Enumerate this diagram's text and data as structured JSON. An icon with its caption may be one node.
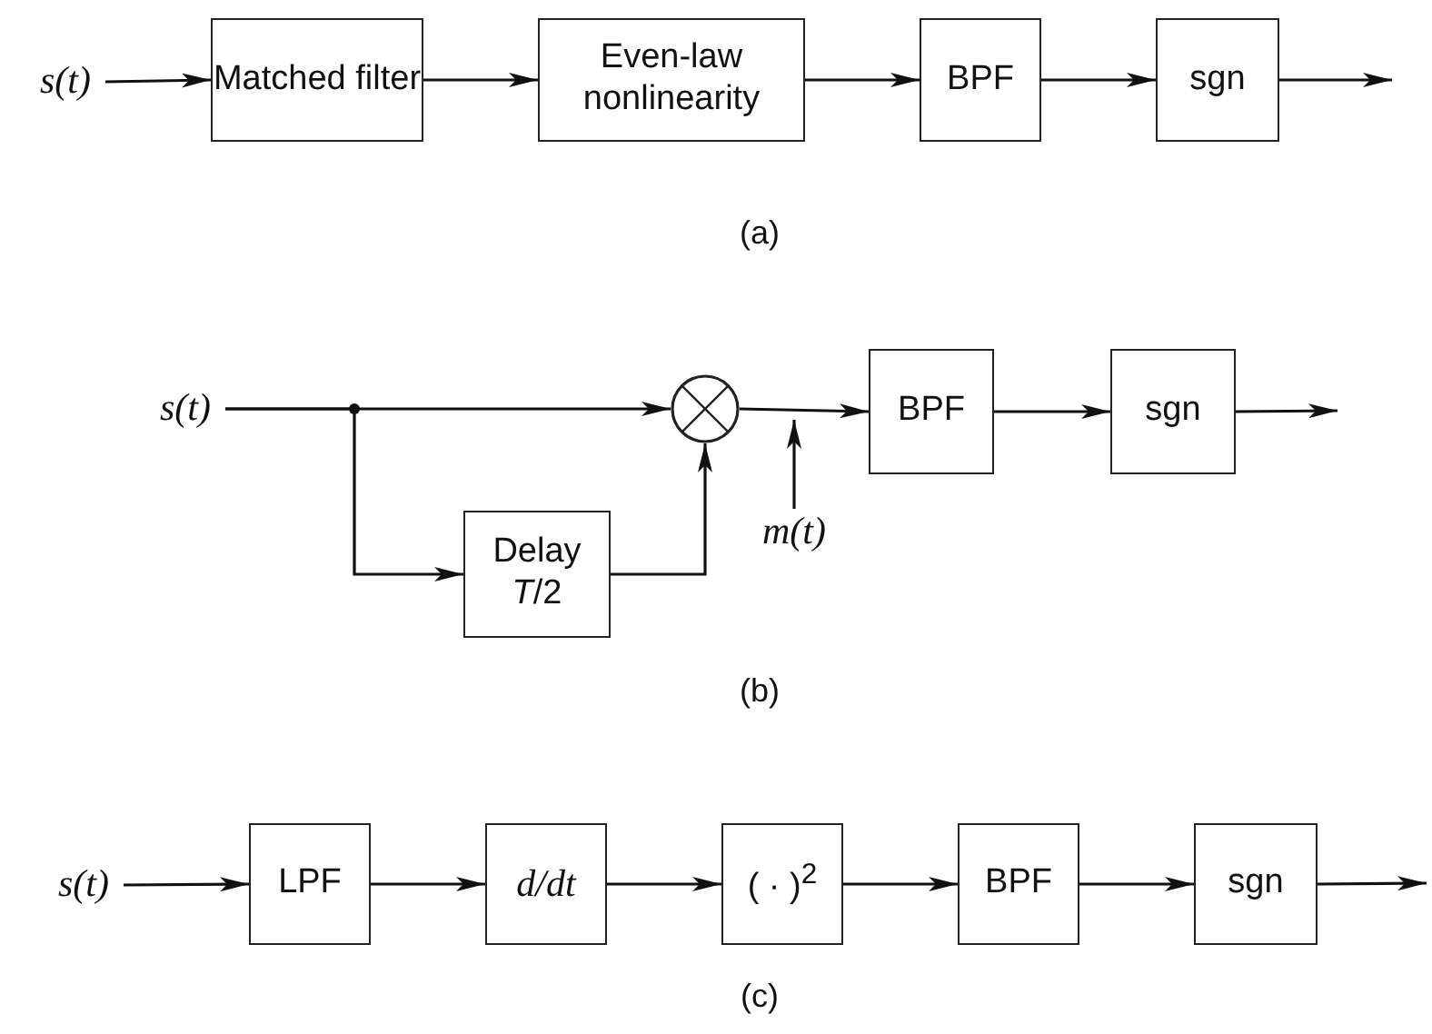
{
  "diagram": {
    "nodes": [
      {
        "text": [
          "s(t)"
        ]
      },
      {
        "text": [
          "Matched filter"
        ]
      },
      {
        "text": [
          "Even-law nonlinearity"
        ]
      },
      {
        "text": [
          "BPF"
        ]
      },
      {
        "text": [
          "sgn"
        ]
      },
      {
        "text": [
          "s(t)"
        ]
      },
      {
        "text": [],
        "shape": "circle"
      },
      {
        "text": [
          "Delay *T*/2"
        ]
      },
      {
        "text": [
          "BPF"
        ]
      },
      {
        "text": [
          "sgn"
        ]
      },
      {
        "text": [
          "m(t)"
        ]
      },
      {
        "text": [
          "s(t)"
        ]
      },
      {
        "text": [
          "LPF"
        ]
      },
      {
        "text": [
          "d/dt"
        ]
      },
      {
        "text": [
          "( · )$^{2}$"
        ]
      },
      {
        "text": [
          "BPF"
        ]
      },
      {
        "text": [
          "sgn"
        ]
      }
    ],
    "edges": [
      {
        "from": 0,
        "to": 1,
        "arrow": "to"
      },
      {
        "from": 1,
        "to": 2,
        "arrow": "to"
      },
      {
        "from": 2,
        "to": 3,
        "arrow": "to"
      },
      {
        "from": 3,
        "to": 4,
        "arrow": "to"
      },
      {
        "from": 4,
        "to": null,
        "arrow": "to"
      },
      {
        "from": 5,
        "to": 6,
        "arrow": "to"
      },
      {
        "from": 5,
        "to": 7,
        "arrow": "to"
      },
      {
        "from": 7,
        "to": 6,
        "arrow": "to"
      },
      {
        "from": 6,
        "to": 8,
        "arrow": "to"
      },
      {
        "from": 8,
        "to": 9,
        "arrow": "to"
      },
      {
        "from": 9,
        "to": null,
        "arrow": "to"
      },
      {
        "from": 10,
        "to": null,
        "arrow": "to"
      },
      {
        "from": 11,
        "to": 12,
        "arrow": "to"
      },
      {
        "from": 12,
        "to": 13,
        "arrow": "to"
      },
      {
        "from": 13,
        "to": 14,
        "arrow": "to"
      },
      {
        "from": 14,
        "to": 15,
        "arrow": "to"
      },
      {
        "from": 15,
        "to": 16,
        "arrow": "to"
      },
      {
        "from": 16,
        "to": null,
        "arrow": "to"
      }
    ],
    "labels": [
      "(a)",
      "(b)",
      "(c)"
    ]
  }
}
